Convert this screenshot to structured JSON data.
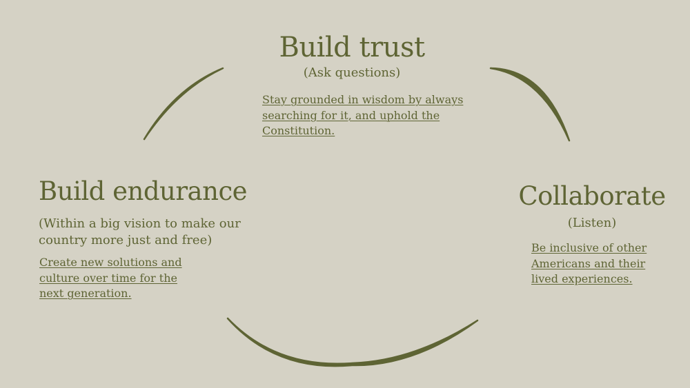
{
  "colors": {
    "background": "#d5d2c5",
    "accent": "#5e6434"
  },
  "top": {
    "title": "Build trust",
    "subtitle": "(Ask questions)",
    "note": "Stay grounded in wisdom by always searching for it, and uphold the Constitution."
  },
  "left": {
    "title": "Build endurance",
    "subtitle": "(Within a big vision to make our country more just and free)",
    "note": "Create new solutions and culture over time for the next generation."
  },
  "right": {
    "title": "Collaborate",
    "subtitle": "(Listen)",
    "note": "Be inclusive of other Americans and their lived experiences."
  }
}
